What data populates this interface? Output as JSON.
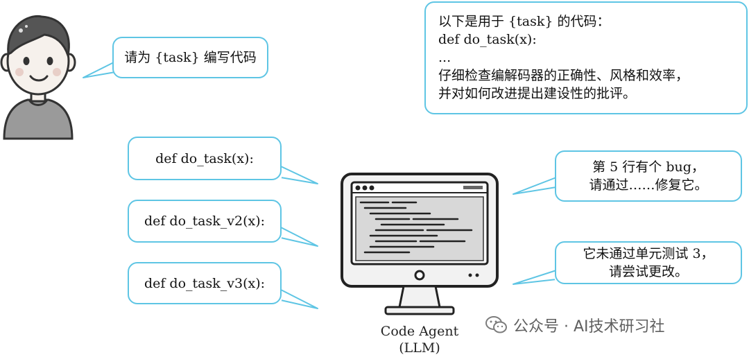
{
  "user_bubble": {
    "text": "请为 {task} 编写代码"
  },
  "critique_bubble": {
    "lines": [
      "以下是用于 {task} 的代码：",
      "def do_task(x):",
      "...",
      "仔细检查编解码器的正确性、风格和效率，",
      "并对如何改进提出建设性的批评。"
    ]
  },
  "code_bubbles": [
    {
      "text": "def do_task(x):"
    },
    {
      "text": "def do_task_v2(x):"
    },
    {
      "text": "def do_task_v3(x):"
    }
  ],
  "feedback_bubbles": [
    {
      "lines": [
        "第 5 行有个 bug，",
        "请通过……修复它。"
      ]
    },
    {
      "lines": [
        "它未通过单元测试 3，",
        "请尝试更改。"
      ]
    }
  ],
  "agent_caption": {
    "line1": "Code Agent",
    "line2": "(LLM)"
  },
  "watermark": {
    "text": "公众号 · AI技术研习社"
  },
  "colors": {
    "bubble_border": "#5ec5e4",
    "person_skin": "#f6f1ec",
    "person_shirt": "#9a9a9a",
    "monitor_frame": "#f2f2f2"
  }
}
